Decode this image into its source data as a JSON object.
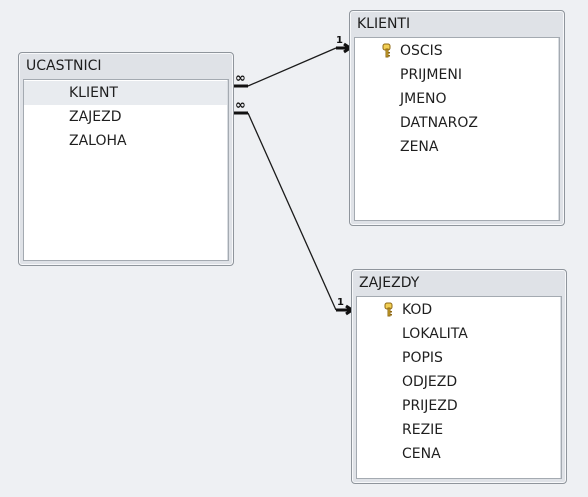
{
  "tables": {
    "ucastnici": {
      "title": "UCASTNICI",
      "fields": [
        "KLIENT",
        "ZAJEZD",
        "ZALOHA"
      ]
    },
    "klienti": {
      "title": "KLIENTI",
      "fields": [
        "OSCIS",
        "PRIJMENI",
        "JMENO",
        "DATNAROZ",
        "ZENA"
      ]
    },
    "zajezdy": {
      "title": "ZAJEZDY",
      "fields": [
        "KOD",
        "LOKALITA",
        "POPIS",
        "ODJEZD",
        "PRIJEZD",
        "REZIE",
        "CENA"
      ]
    }
  },
  "relationships": {
    "klient": {
      "many_symbol": "∞",
      "one_symbol": "1"
    },
    "zajezd": {
      "many_symbol": "∞",
      "one_symbol": "1"
    }
  },
  "icons": {
    "primary_key": "key-icon"
  },
  "colors": {
    "canvas": "#eef0f3",
    "window_frame": "#dfe2e7",
    "field_background": "#ffffff",
    "selected_row": "#e8ebef",
    "key_icon": "#d6ae2f",
    "line": "#1a1a1a"
  }
}
